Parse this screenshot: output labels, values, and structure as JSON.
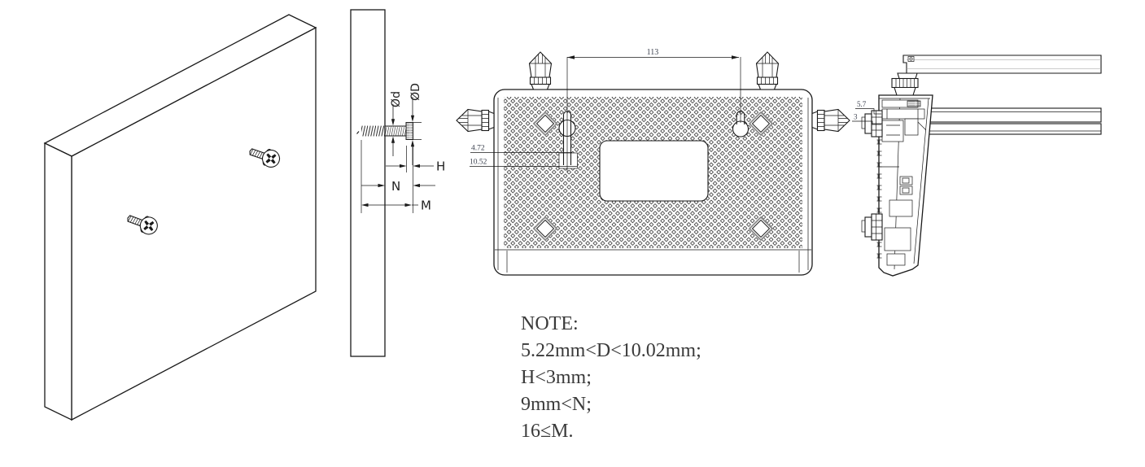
{
  "colors": {
    "line": "#1a1a1a",
    "dim_text": "#3d4350",
    "note_text": "#3a3a3a",
    "background": "#ffffff"
  },
  "note": {
    "title": "NOTE:",
    "line1": "5.22mm<D<10.02mm;",
    "line2": "H<3mm;",
    "line3": "9mm<N;",
    "line4": "16≤M."
  },
  "section_view": {
    "shaft_diameter_label": "Ød",
    "head_diameter_label": "ØD",
    "head_thickness_label": "H",
    "embed_depth_label": "N",
    "screw_length_label": "M"
  },
  "bottom_view": {
    "hole_spacing": "113",
    "slot_width": "4.72",
    "hole_diameter": "10.52"
  },
  "side_view": {
    "dim_top": "5.7",
    "dim_bottom": "3"
  }
}
